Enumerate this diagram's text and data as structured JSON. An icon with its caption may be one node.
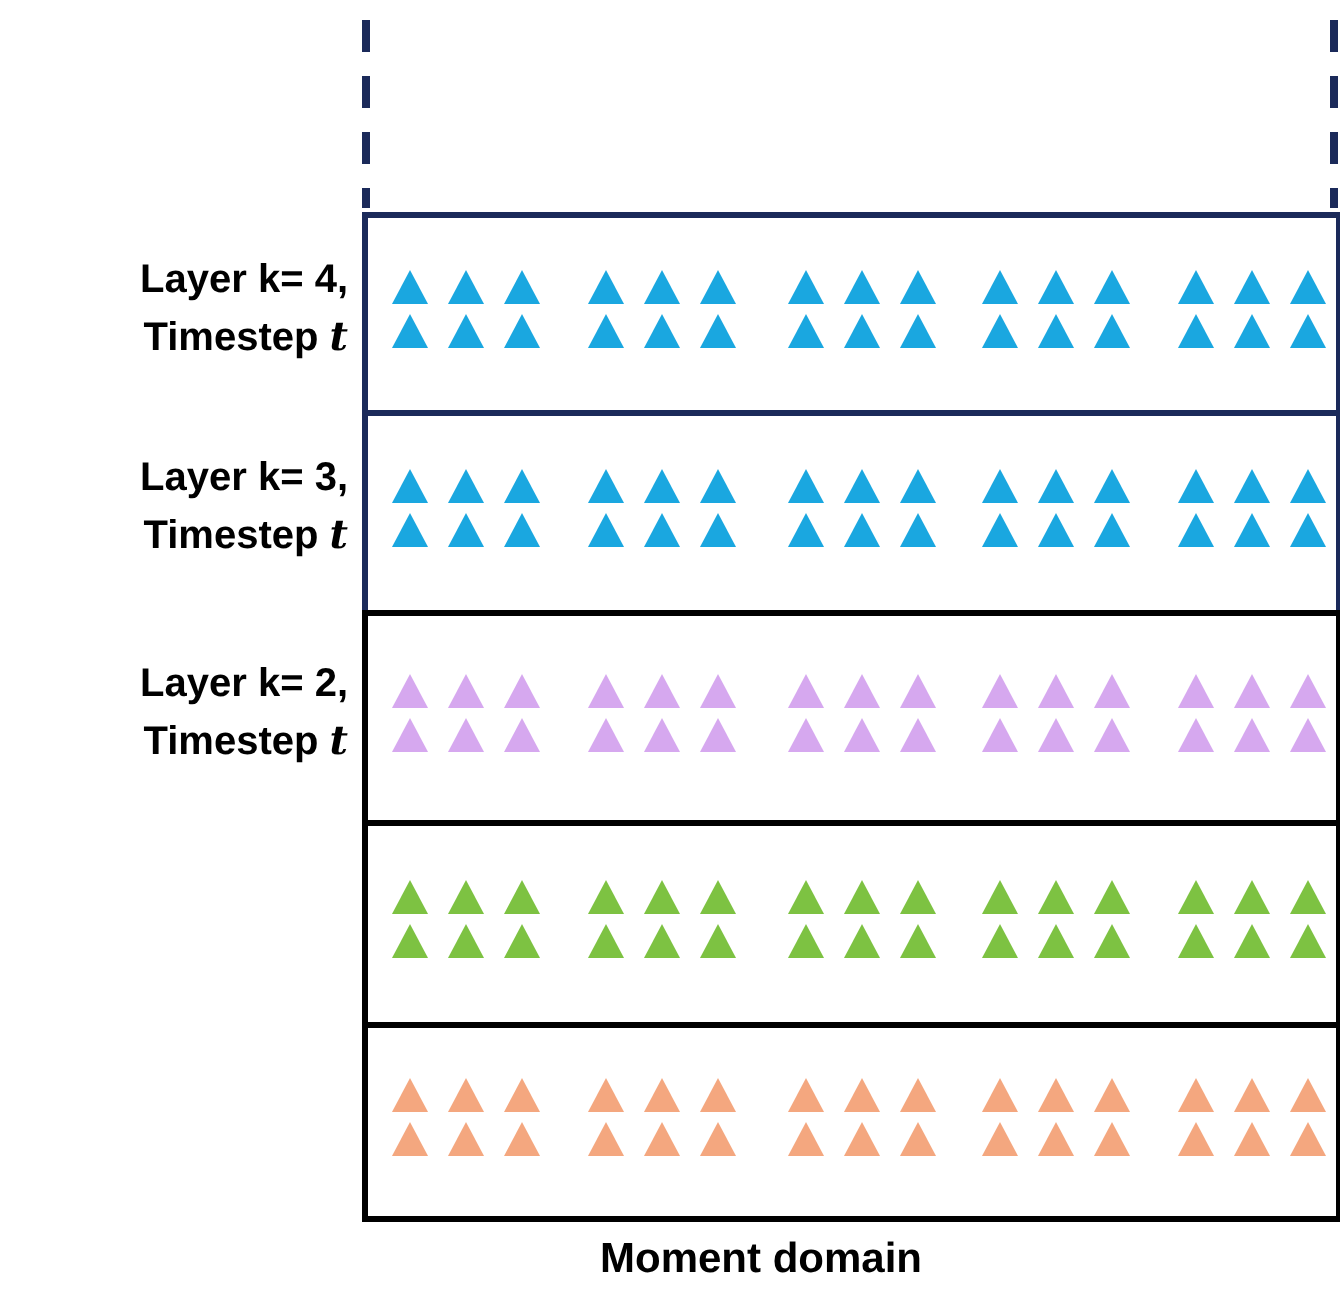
{
  "diagram": {
    "caption": "Moment domain",
    "nodes": [
      {
        "text": [],
        "shape": "box",
        "beside": [
          "Layer k= 4, Timestep *t*"
        ]
      },
      {
        "text": [],
        "shape": "box",
        "beside": [
          "Layer k= 3, Timestep *t*"
        ]
      },
      {
        "text": [],
        "shape": "box",
        "beside": [
          "Layer k= 2, Timestep *t*"
        ]
      },
      {
        "text": [],
        "shape": "box"
      },
      {
        "text": [],
        "shape": "box"
      }
    ],
    "edges": []
  }
}
